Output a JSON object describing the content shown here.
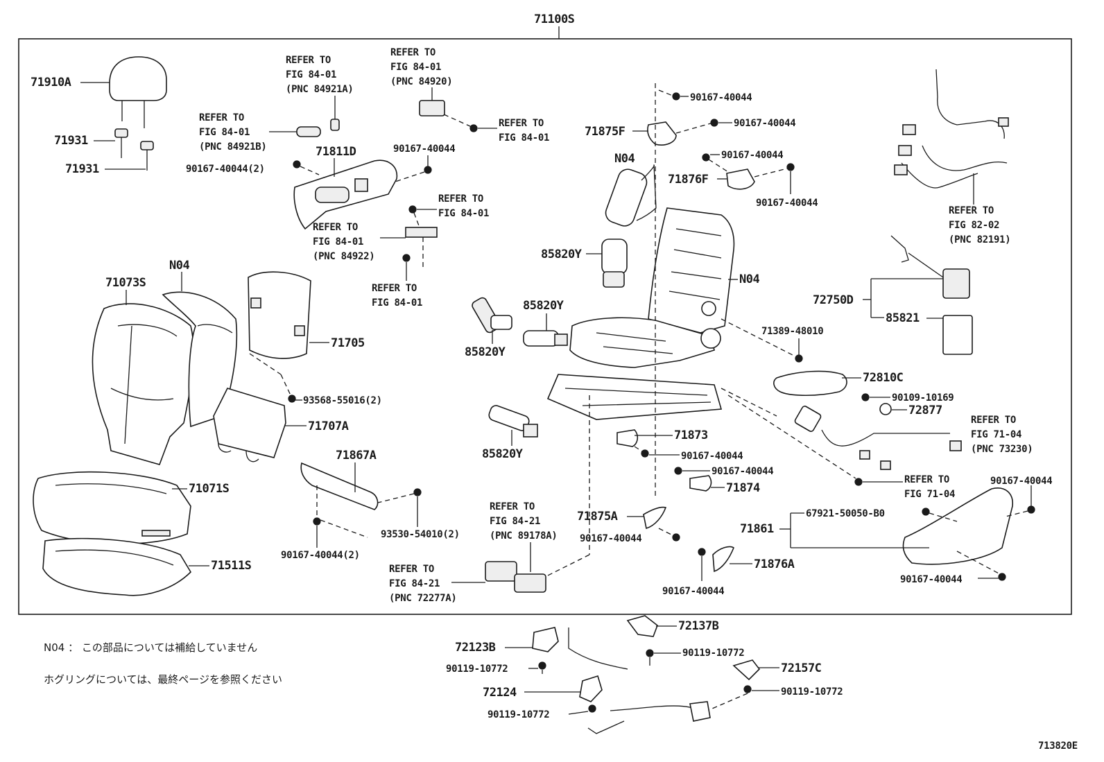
{
  "diagram": {
    "assembly_label": "71100S",
    "drawing_number": "713820E",
    "notes": [
      "N04 ： この部品については補給していません",
      "ホグリングについては、最終ページを参照ください"
    ],
    "part_labels": {
      "headrest": "71910A",
      "headrest_guide_1": "71931",
      "headrest_guide_2": "71931",
      "seatback_cover": "71073S",
      "seatback_pad_n04": "N04",
      "seatback_board": "71705",
      "clip_93568": "93568-55016(2)",
      "seatback_board_lower": "71707A",
      "cushion_cover": "71071S",
      "cushion_pad": "71511S",
      "side_shield": "71811D",
      "screw_shield_2": "90167-40044(2)",
      "screw_shield": "90167-40044",
      "inner_shield": "71867A",
      "clip_93530": "93530-54010(2)",
      "screw_inner_shield": "90167-40044(2)",
      "motor_top": "85820Y",
      "motor_mid": "85820Y",
      "motor_left": "85820Y",
      "motor_low": "85820Y",
      "frame_n04_top": "N04",
      "frame_n04": "N04",
      "cover_71875f": "71875F",
      "screw_f1": "90167-40044",
      "screw_f2": "90167-40044",
      "cover_71876f": "71876F",
      "screw_f3": "90167-40044",
      "screw_f4": "90167-40044",
      "lumbar_group": "72750D",
      "lumbar_switch": "85821",
      "bolt_71389": "71389-48010",
      "armrest": "72810C",
      "bolt_90109": "90109-10169",
      "cap_72877": "72877",
      "cover_71873": "71873",
      "screw_71873": "90167-40044",
      "screw_71874": "90167-40044",
      "cover_71874": "71874",
      "cover_71875a": "71875A",
      "screw_71875a": "90167-40044",
      "shield_71861": "71861",
      "bolt_67921": "67921-50050-B0",
      "screw_71861_top": "90167-40044",
      "screw_71861_low": "90167-40044",
      "screw_71876a": "90167-40044",
      "cover_71876a": "71876A",
      "leg_cover_72137b": "72137B",
      "bolt_72137b": "90119-10772",
      "leg_cover_72123b": "72123B",
      "bolt_72123b": "90119-10772",
      "leg_cover_72157c": "72157C",
      "bolt_72157c": "90119-10772",
      "leg_cover_72124": "72124",
      "bolt_72124": "90119-10772"
    },
    "refer_labels": {
      "r1": [
        "REFER TO",
        "FIG 84-01",
        "(PNC 84921A)"
      ],
      "r2": [
        "REFER TO",
        "FIG 84-01",
        "(PNC 84920)"
      ],
      "r3": [
        "REFER TO",
        "FIG 84-01"
      ],
      "r4": [
        "REFER TO",
        "FIG 84-01",
        "(PNC 84921B)"
      ],
      "r5": [
        "REFER TO",
        "FIG 84-01"
      ],
      "r6": [
        "REFER TO",
        "FIG 84-01",
        "(PNC 84922)"
      ],
      "r7": [
        "REFER TO",
        "FIG 84-01"
      ],
      "r8": [
        "REFER TO",
        "FIG 82-02",
        "(PNC 82191)"
      ],
      "r9": [
        "REFER TO",
        "FIG 71-04",
        "(PNC 73230)"
      ],
      "r10": [
        "REFER TO",
        "FIG 71-04"
      ],
      "r11": [
        "REFER TO",
        "FIG 84-21",
        "(PNC 89178A)"
      ],
      "r12": [
        "REFER TO",
        "FIG 84-21",
        "(PNC 72277A)"
      ]
    }
  }
}
